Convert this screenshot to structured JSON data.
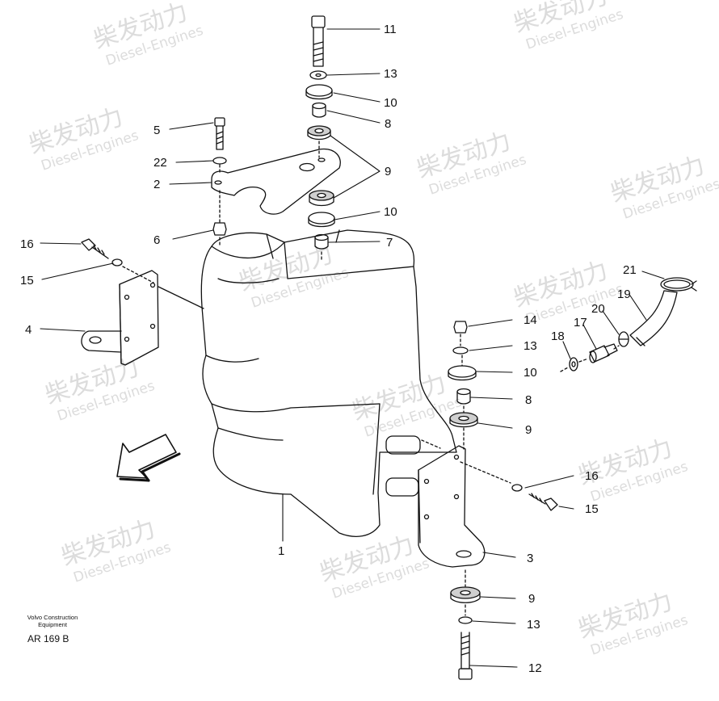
{
  "caption": {
    "maker_line1": "Volvo Construction",
    "maker_line2": "Equipment",
    "drawing_ref": "AR 169 B"
  },
  "callouts": [
    {
      "id": "c11a",
      "label": "11"
    },
    {
      "id": "c13a",
      "label": "13"
    },
    {
      "id": "c10a",
      "label": "10"
    },
    {
      "id": "c8a",
      "label": "8"
    },
    {
      "id": "c9a",
      "label": "9"
    },
    {
      "id": "c10b",
      "label": "10"
    },
    {
      "id": "c7",
      "label": "7"
    },
    {
      "id": "c5",
      "label": "5"
    },
    {
      "id": "c22",
      "label": "22"
    },
    {
      "id": "c2",
      "label": "2"
    },
    {
      "id": "c6",
      "label": "6"
    },
    {
      "id": "c16a",
      "label": "16"
    },
    {
      "id": "c15a",
      "label": "15"
    },
    {
      "id": "c4",
      "label": "4"
    },
    {
      "id": "c14",
      "label": "14"
    },
    {
      "id": "c13b",
      "label": "13"
    },
    {
      "id": "c10c",
      "label": "10"
    },
    {
      "id": "c8b",
      "label": "8"
    },
    {
      "id": "c9b",
      "label": "9"
    },
    {
      "id": "c16b",
      "label": "16"
    },
    {
      "id": "c15b",
      "label": "15"
    },
    {
      "id": "c3",
      "label": "3"
    },
    {
      "id": "c9c",
      "label": "9"
    },
    {
      "id": "c13c",
      "label": "13"
    },
    {
      "id": "c12",
      "label": "12"
    },
    {
      "id": "c1",
      "label": "1"
    },
    {
      "id": "c21",
      "label": "21"
    },
    {
      "id": "c19",
      "label": "19"
    },
    {
      "id": "c20",
      "label": "20"
    },
    {
      "id": "c17",
      "label": "17"
    },
    {
      "id": "c18",
      "label": "18"
    }
  ],
  "watermark": {
    "brand_cn": "柴发动力",
    "brand_en": "Diesel-Engines"
  }
}
